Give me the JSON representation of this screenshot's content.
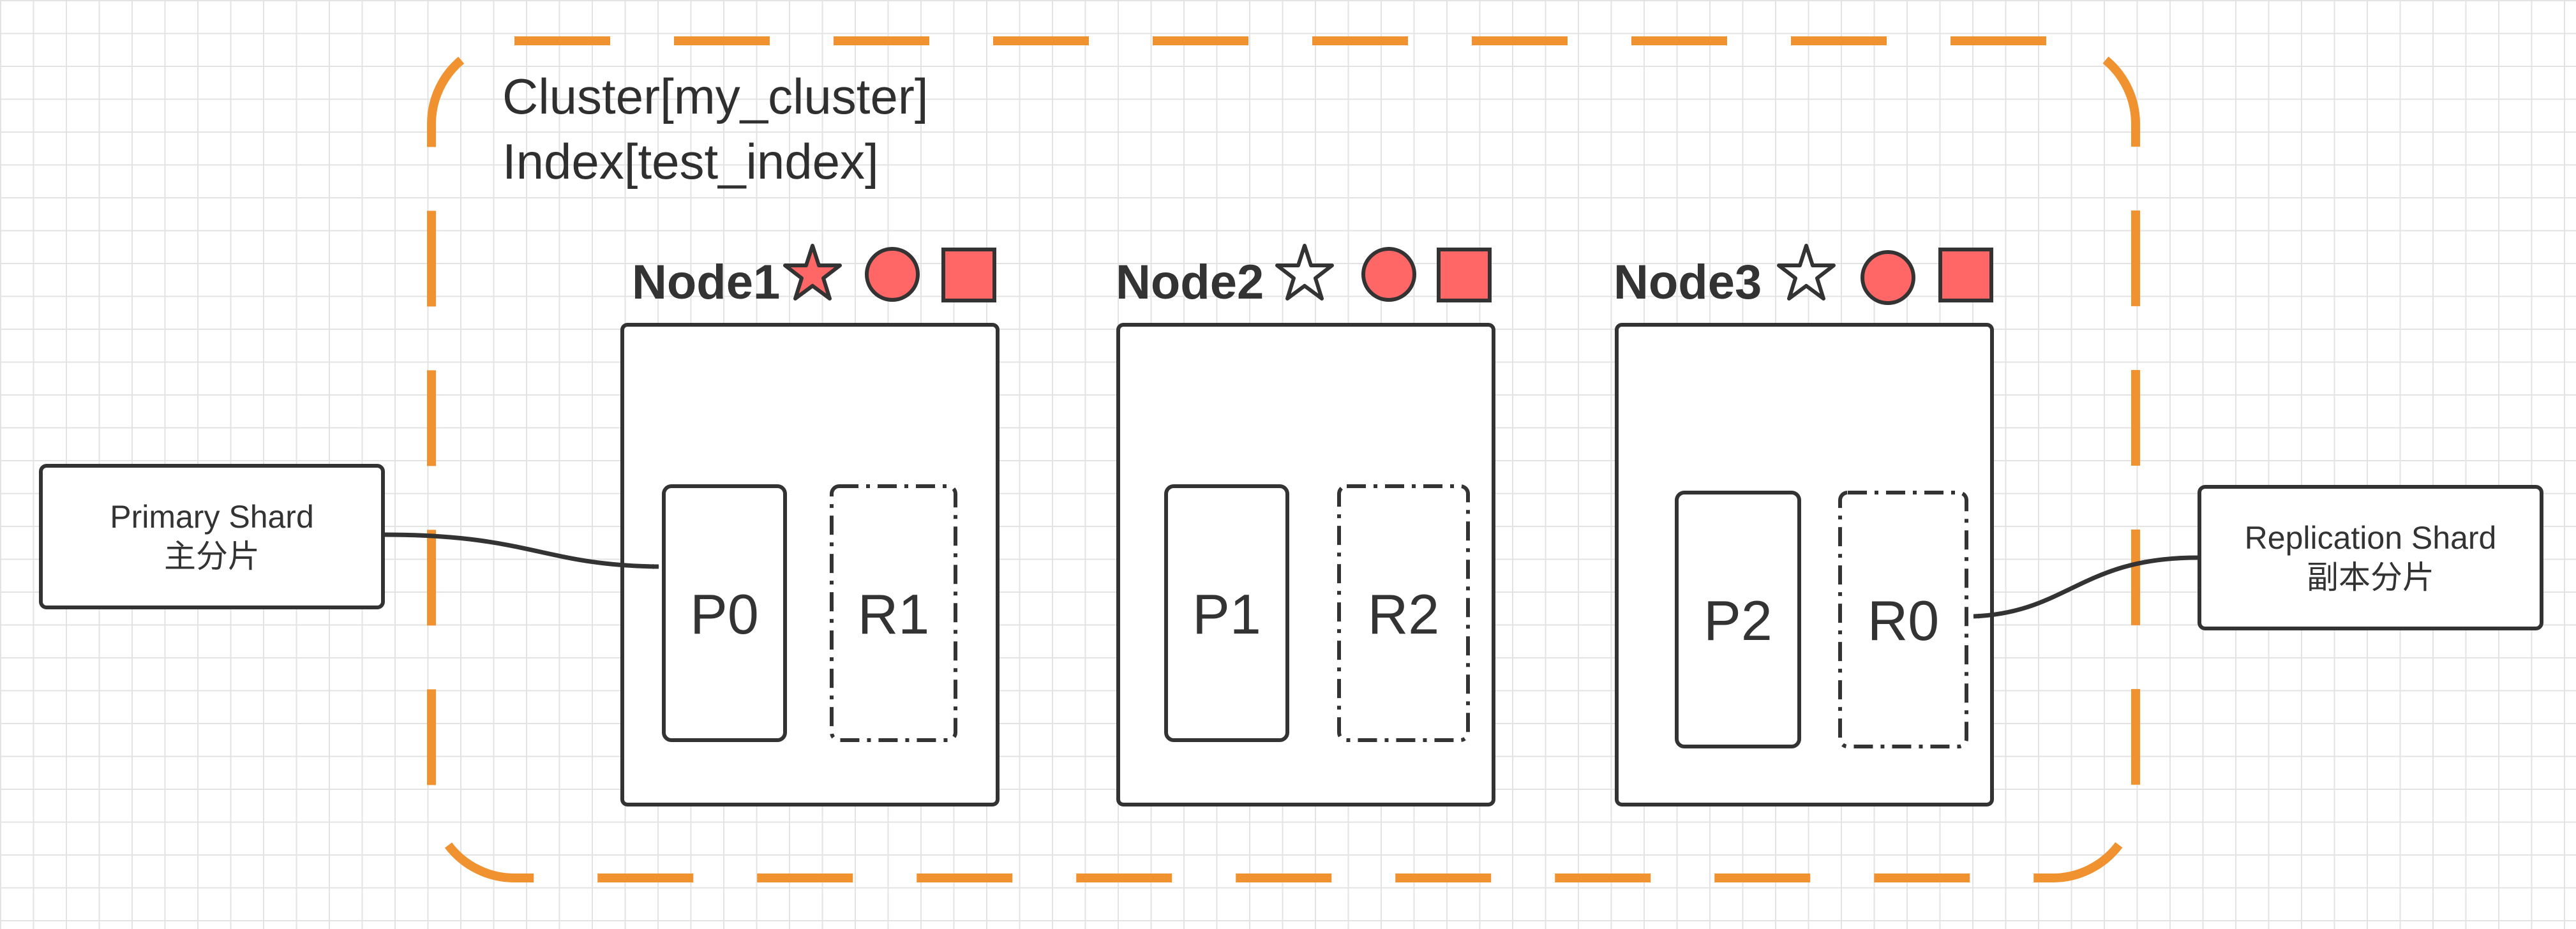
{
  "cluster": {
    "title": "Cluster[my_cluster]",
    "index": "Index[test_index]",
    "border_color": "#f0922f"
  },
  "nodes": [
    {
      "label": "Node1",
      "star_filled": true,
      "shards": [
        {
          "label": "P0",
          "type": "primary"
        },
        {
          "label": "R1",
          "type": "replica"
        }
      ]
    },
    {
      "label": "Node2",
      "star_filled": false,
      "shards": [
        {
          "label": "P1",
          "type": "primary"
        },
        {
          "label": "R2",
          "type": "replica"
        }
      ]
    },
    {
      "label": "Node3",
      "star_filled": false,
      "shards": [
        {
          "label": "P2",
          "type": "primary"
        },
        {
          "label": "R0",
          "type": "replica"
        }
      ]
    }
  ],
  "icon_fill": "#ff6666",
  "icon_stroke": "#333333",
  "callouts": {
    "primary": {
      "line1": "Primary Shard",
      "line2": "主分片"
    },
    "replica": {
      "line1": "Replication Shard",
      "line2": "副本分片"
    }
  }
}
